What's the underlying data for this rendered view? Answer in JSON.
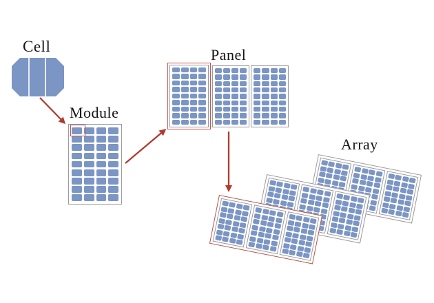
{
  "diagram": {
    "labels": {
      "cell": "Cell",
      "module": "Module",
      "panel": "Panel",
      "array": "Array"
    },
    "colors": {
      "background": "#ffffff",
      "label_text": "#151515",
      "cell_blue": "#7b95c4",
      "cell_busbar": "#e8edf5",
      "module_border": "#9b9b9b",
      "arrow_red": "#b23a2e",
      "highlight_red": "#c9534f",
      "array_front_border": "#b5534c"
    },
    "structure": {
      "cell_busbars": 2,
      "module_grid": {
        "cols": 4,
        "rows": 9
      },
      "panel": {
        "module_count": 3,
        "grid": {
          "cols": 4,
          "rows": 9
        }
      },
      "array": {
        "panel_count": 3,
        "modules_per_panel": 3,
        "grid": {
          "cols": 4,
          "rows": 7
        },
        "rotation_deg": 11.3
      }
    }
  }
}
